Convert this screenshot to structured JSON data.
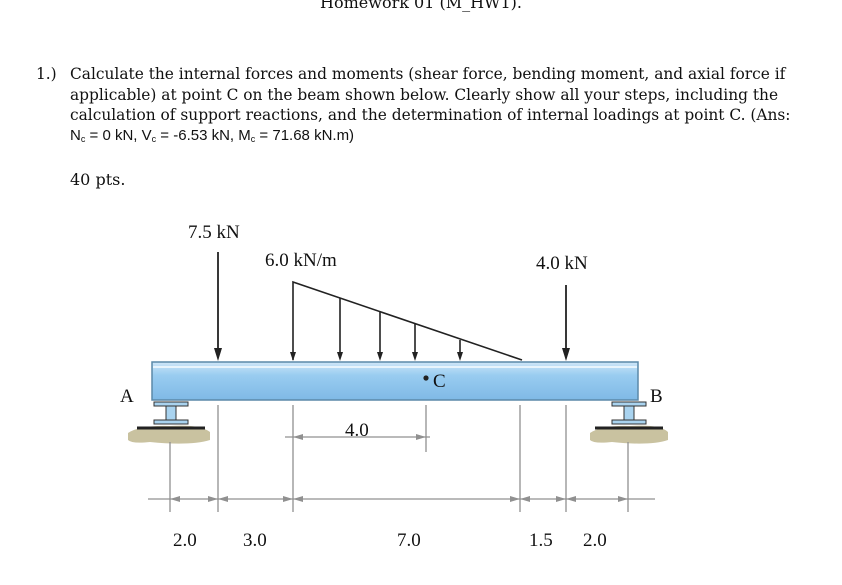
{
  "page": {
    "title": "Homework 01 (M_HW1)."
  },
  "problem": {
    "number": "1.)",
    "text_line1": "Calculate the internal forces and moments (shear force, bending moment, and axial force if",
    "text_line2": "applicable) at point C on the beam shown below. Clearly show all your steps, including the",
    "text_line3": "calculation of support reactions, and the determination of internal loadings at point C. (Ans:",
    "answer": {
      "n_sym": "N",
      "n_sub": "c",
      "n_val": " = 0 kN, ",
      "v_sym": "V",
      "v_sub": "c",
      "v_val": " = -6.53 kN, ",
      "m_sym": "M",
      "m_sub": "c",
      "m_val": " = 71.68 kN.m)"
    },
    "points": "40 pts."
  },
  "figure": {
    "load_point_left": "7.5 kN",
    "load_distributed": "6.0 kN/m",
    "load_point_right": "4.0 kN",
    "point_c": "C",
    "support_a": "A",
    "support_b": "B",
    "dim_inner": "4.0",
    "dims": [
      "2.0",
      "3.0",
      "7.0",
      "1.5",
      "2.0"
    ],
    "colors": {
      "beam_fill": "#99ccf0",
      "beam_highlight": "#cfe6f8",
      "beam_edge": "#5b89a8",
      "ground": "#c9c2a0",
      "support": "#a9d3ef",
      "dim_line": "#909090"
    }
  }
}
